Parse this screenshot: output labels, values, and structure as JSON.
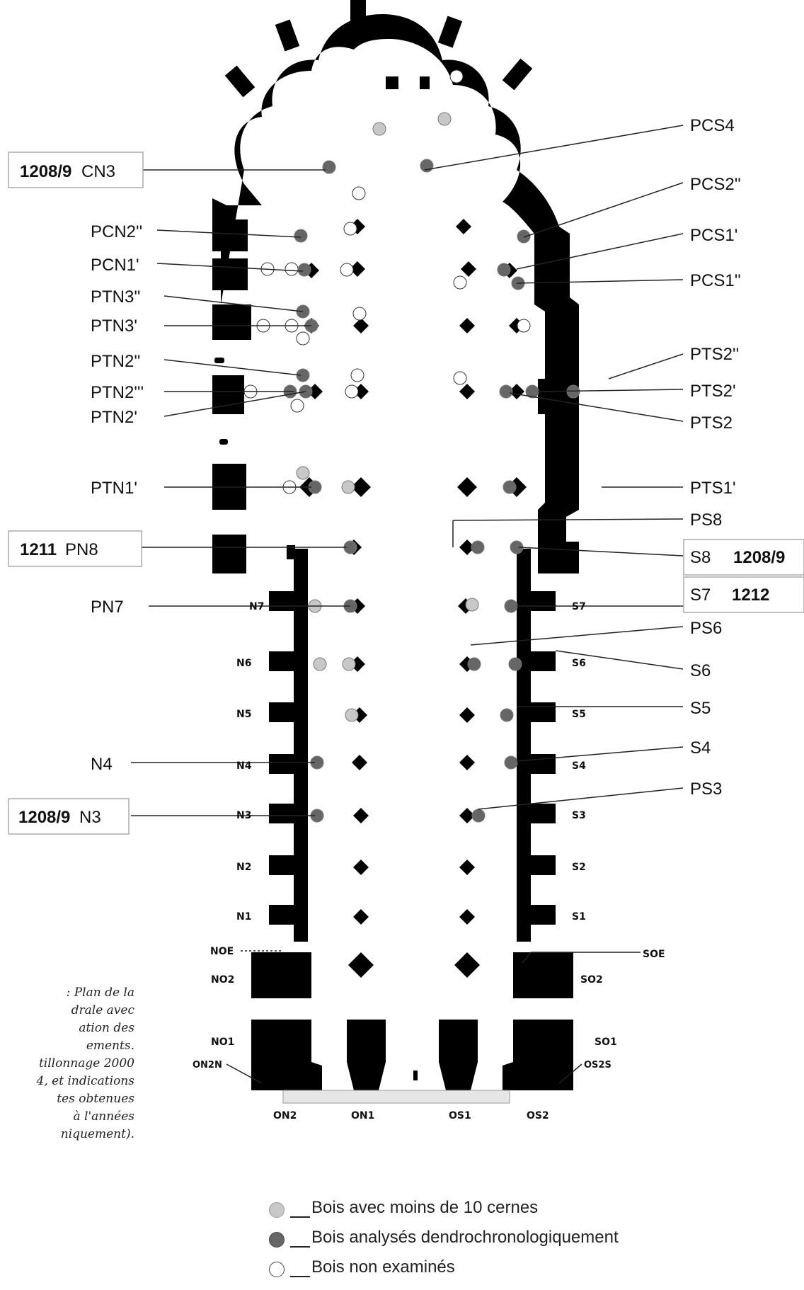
{
  "colors": {
    "masonry": "#000000",
    "dot_few_rings": "#c8c8c8",
    "dot_analysed": "#666666",
    "dot_not_examined": "#ffffff",
    "leader": "#222222"
  },
  "labels": {
    "cn3_date": "1208/9",
    "cn3": "CN3",
    "pcs4": "PCS4",
    "pcs2pp": "PCS2''",
    "pcn2pp": "PCN2''",
    "pcs1p": "PCS1'",
    "pcn1p": "PCN1'",
    "pcs1pp": "PCS1''",
    "ptn3pp": "PTN3''",
    "ptn3p": "PTN3'",
    "ptn2pp": "PTN2''",
    "ptn2ppp": "PTN2'''",
    "ptn2p": "PTN2'",
    "pts2pp": "PTS2''",
    "pts2p": "PTS2'",
    "pts2": "PTS2",
    "ptn1p": "PTN1'",
    "pts1p": "PTS1'",
    "ps8": "PS8",
    "pn8_date": "1211",
    "pn8": "PN8",
    "s8": "S8",
    "s8_date": "1208/9",
    "pn7": "PN7",
    "s7": "S7",
    "s7_date": "1212",
    "ps6": "PS6",
    "s6": "S6",
    "s5": "S5",
    "s4": "S4",
    "n4": "N4",
    "ps3": "PS3",
    "n3_date": "1208/9",
    "n3": "N3"
  },
  "bays": {
    "N7": "N7",
    "N6": "N6",
    "N5": "N5",
    "N4": "N4",
    "N3": "N3",
    "N2": "N2",
    "N1": "N1",
    "S7": "S7",
    "S6": "S6",
    "S5": "S5",
    "S4": "S4",
    "S3": "S3",
    "S2": "S2",
    "S1": "S1",
    "NOE": "NOE",
    "SOE": "SOE",
    "NO2": "NO2",
    "SO2": "SO2",
    "NO1": "NO1",
    "SO1": "SO1",
    "ON2N": "ON2N",
    "OS2S": "OS2S",
    "ON2": "ON2",
    "ON1": "ON1",
    "OS1": "OS1",
    "OS2": "OS2"
  },
  "caption": [
    ": Plan de la",
    "drale avec",
    "ation des",
    "ements.",
    "tillonnage 2000",
    "4, et indications",
    "tes obtenues",
    "à l'années",
    "niquement)."
  ],
  "legend": [
    {
      "text": "Bois avec moins de 10 cernes",
      "color": "#c8c8c8"
    },
    {
      "text": "Bois analysés dendrochronologiquement",
      "color": "#666666"
    },
    {
      "text": "Bois non examinés",
      "color": "#ffffff"
    }
  ]
}
